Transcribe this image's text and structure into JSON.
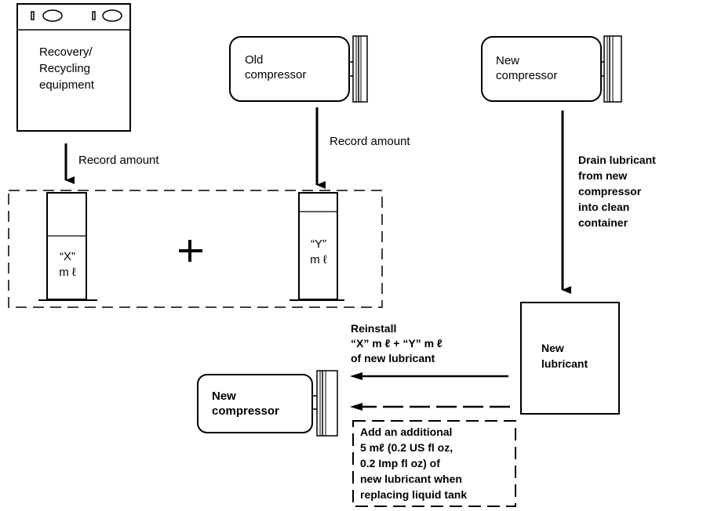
{
  "recovery_unit": {
    "label_lines": [
      "Recovery/",
      "Recycling",
      "equipment"
    ]
  },
  "old_compressor": {
    "label_lines": [
      "Old",
      "compressor"
    ]
  },
  "new_compressor_top": {
    "label_lines": [
      "New",
      "compressor"
    ]
  },
  "new_compressor_bottom": {
    "label_lines": [
      "New",
      "compressor"
    ]
  },
  "arrow_labels": {
    "record_amount_left": "Record  amount",
    "record_amount_right": "Record  amount",
    "drain_lines": [
      "Drain lubricant",
      "from new",
      "compressor",
      "into clean",
      "container"
    ],
    "reinstall_lines": [
      "Reinstall",
      "“X”  m ℓ + “Y”  m ℓ",
      "of new lubricant"
    ]
  },
  "measuring_group": {
    "cylinder_x_lines": [
      "“X”",
      "m ℓ"
    ],
    "cylinder_y_lines": [
      "“Y”",
      "m ℓ"
    ],
    "operator": "+"
  },
  "new_lubricant": {
    "label_lines": [
      "New",
      "lubricant"
    ]
  },
  "note_box": {
    "lines": [
      "Add an additional",
      "5 mℓ (0.2 US fl oz,",
      "0.2 Imp fl oz) of",
      "new lubricant when",
      "replacing liquid tank"
    ]
  }
}
